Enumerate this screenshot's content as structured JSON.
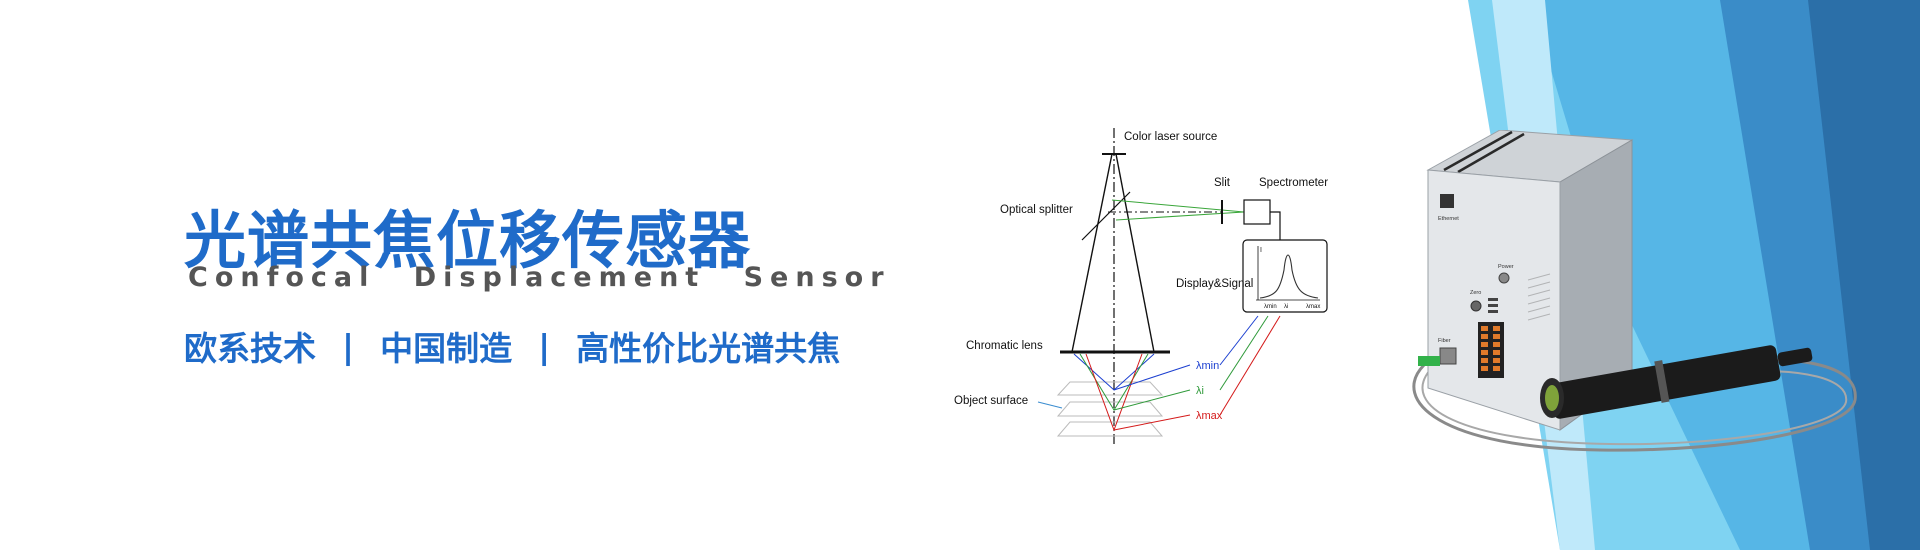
{
  "title_cn": "光谱共焦位移传感器",
  "title_en": "Confocal   Displacement   Sensor",
  "slogan": [
    "欧系技术",
    "中国制造",
    "高性价比光谱共焦"
  ],
  "slogan_separator": "|",
  "diagram": {
    "labels": {
      "source": "Color laser source",
      "splitter": "Optical splitter",
      "slit": "Slit",
      "spectrometer": "Spectrometer",
      "display": "Display&Signal",
      "lens": "Chromatic lens",
      "surface": "Object surface",
      "lambda_min": "λmin",
      "lambda_i": "λi",
      "lambda_max": "λmax",
      "graph_y": "I",
      "graph_x1": "λmin",
      "graph_x2": "λi",
      "graph_x3": "λmax"
    }
  },
  "device": {
    "labels": {
      "ethernet": "Ethernet",
      "power": "Power",
      "zero": "Zero",
      "fiber": "Fiber"
    }
  },
  "colors": {
    "brand_blue": "#1f6bc9",
    "text_gray": "#555555",
    "bg_light_blue": "#7fd3f2",
    "bg_mid_blue": "#3a8cc8",
    "bg_dark_blue": "#2b6fa8"
  }
}
